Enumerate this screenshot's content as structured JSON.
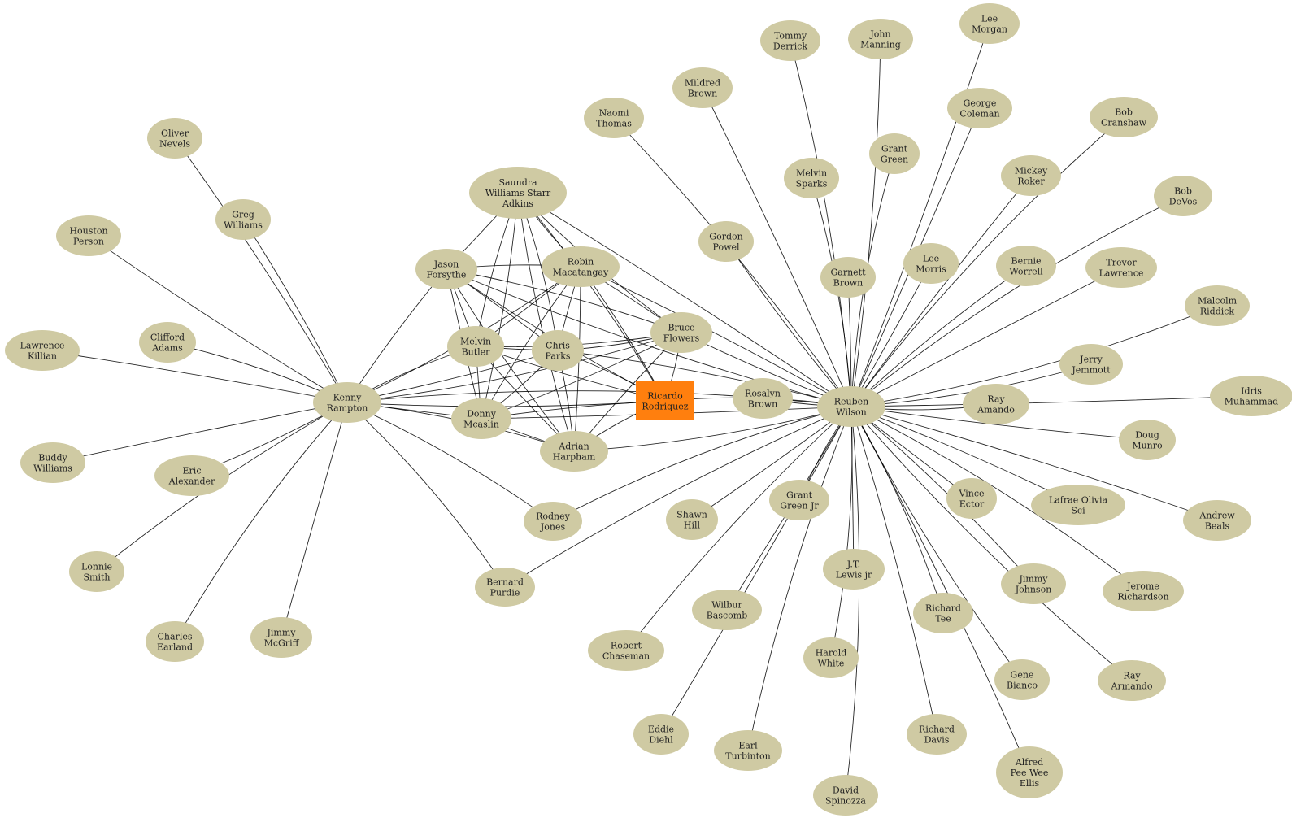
{
  "colors": {
    "node_fill": "#cfcaa3",
    "highlight_fill": "#ff7f0e",
    "edge": "#000000",
    "background": "#ffffff"
  },
  "nodes": [
    {
      "id": "kenny",
      "lines": [
        "Kenny",
        "Rampton"
      ]
    },
    {
      "id": "reuben",
      "lines": [
        "Reuben",
        "Wilson"
      ]
    },
    {
      "id": "ricardo",
      "lines": [
        "Ricardo",
        "Rodriquez"
      ],
      "highlight": true
    },
    {
      "id": "saundra",
      "lines": [
        "Saundra",
        "Williams Starr",
        "Adkins"
      ]
    },
    {
      "id": "jason",
      "lines": [
        "Jason",
        "Forsythe"
      ]
    },
    {
      "id": "robin",
      "lines": [
        "Robin",
        "Macatangay"
      ]
    },
    {
      "id": "melvinb",
      "lines": [
        "Melvin",
        "Butler"
      ]
    },
    {
      "id": "chris",
      "lines": [
        "Chris",
        "Parks"
      ]
    },
    {
      "id": "bruce",
      "lines": [
        "Bruce",
        "Flowers"
      ]
    },
    {
      "id": "donny",
      "lines": [
        "Donny",
        "Mcaslin"
      ]
    },
    {
      "id": "adrian",
      "lines": [
        "Adrian",
        "Harpham"
      ]
    },
    {
      "id": "rosalyn",
      "lines": [
        "Rosalyn",
        "Brown"
      ]
    },
    {
      "id": "rodney",
      "lines": [
        "Rodney",
        "Jones"
      ]
    },
    {
      "id": "bernard",
      "lines": [
        "Bernard",
        "Purdie"
      ]
    },
    {
      "id": "oliver",
      "lines": [
        "Oliver",
        "Nevels"
      ]
    },
    {
      "id": "greg",
      "lines": [
        "Greg",
        "Williams"
      ]
    },
    {
      "id": "houston",
      "lines": [
        "Houston",
        "Person"
      ]
    },
    {
      "id": "clifford",
      "lines": [
        "Clifford",
        "Adams"
      ]
    },
    {
      "id": "lawrence",
      "lines": [
        "Lawrence",
        "Killian"
      ]
    },
    {
      "id": "buddy",
      "lines": [
        "Buddy",
        "Williams"
      ]
    },
    {
      "id": "eric",
      "lines": [
        "Eric",
        "Alexander"
      ]
    },
    {
      "id": "lonnie",
      "lines": [
        "Lonnie",
        "Smith"
      ]
    },
    {
      "id": "charles",
      "lines": [
        "Charles",
        "Earland"
      ]
    },
    {
      "id": "jimmym",
      "lines": [
        "Jimmy",
        "McGriff"
      ]
    },
    {
      "id": "naomi",
      "lines": [
        "Naomi",
        "Thomas"
      ]
    },
    {
      "id": "mildred",
      "lines": [
        "Mildred",
        "Brown"
      ]
    },
    {
      "id": "tommy",
      "lines": [
        "Tommy",
        "Derrick"
      ]
    },
    {
      "id": "john",
      "lines": [
        "John",
        "Manning"
      ]
    },
    {
      "id": "leem",
      "lines": [
        "Lee",
        "Morgan"
      ]
    },
    {
      "id": "georgec",
      "lines": [
        "George",
        "Coleman"
      ]
    },
    {
      "id": "grantg",
      "lines": [
        "Grant",
        "Green"
      ]
    },
    {
      "id": "melvins",
      "lines": [
        "Melvin",
        "Sparks"
      ]
    },
    {
      "id": "gordon",
      "lines": [
        "Gordon",
        "Powel"
      ]
    },
    {
      "id": "garnett",
      "lines": [
        "Garnett",
        "Brown"
      ]
    },
    {
      "id": "leemo",
      "lines": [
        "Lee",
        "Morris"
      ]
    },
    {
      "id": "bobc",
      "lines": [
        "Bob",
        "Cranshaw"
      ]
    },
    {
      "id": "mickey",
      "lines": [
        "Mickey",
        "Roker"
      ]
    },
    {
      "id": "bobd",
      "lines": [
        "Bob",
        "DeVos"
      ]
    },
    {
      "id": "bernie",
      "lines": [
        "Bernie",
        "Worrell"
      ]
    },
    {
      "id": "trevor",
      "lines": [
        "Trevor",
        "Lawrence"
      ]
    },
    {
      "id": "malcolm",
      "lines": [
        "Malcolm",
        "Riddick"
      ]
    },
    {
      "id": "jerry",
      "lines": [
        "Jerry",
        "Jemmott"
      ]
    },
    {
      "id": "idris",
      "lines": [
        "Idris",
        "Muhammad"
      ]
    },
    {
      "id": "raya",
      "lines": [
        "Ray",
        "Amando"
      ]
    },
    {
      "id": "doug",
      "lines": [
        "Doug",
        "Munro"
      ]
    },
    {
      "id": "vince",
      "lines": [
        "Vince",
        "Ector"
      ]
    },
    {
      "id": "lafrae",
      "lines": [
        "Lafrae Olivia",
        "Sci"
      ]
    },
    {
      "id": "andrew",
      "lines": [
        "Andrew",
        "Beals"
      ]
    },
    {
      "id": "jerome",
      "lines": [
        "Jerome",
        "Richardson"
      ]
    },
    {
      "id": "jimmyj",
      "lines": [
        "Jimmy",
        "Johnson"
      ]
    },
    {
      "id": "raya2",
      "lines": [
        "Ray",
        "Armando"
      ]
    },
    {
      "id": "gene",
      "lines": [
        "Gene",
        "Bianco"
      ]
    },
    {
      "id": "alfred",
      "lines": [
        "Alfred",
        "Pee Wee",
        "Ellis"
      ]
    },
    {
      "id": "richardd",
      "lines": [
        "Richard",
        "Davis"
      ]
    },
    {
      "id": "richardt",
      "lines": [
        "Richard",
        "Tee"
      ]
    },
    {
      "id": "jtlewis",
      "lines": [
        "J.T.",
        "Lewis jr"
      ]
    },
    {
      "id": "harold",
      "lines": [
        "Harold",
        "White"
      ]
    },
    {
      "id": "david",
      "lines": [
        "David",
        "Spinozza"
      ]
    },
    {
      "id": "earl",
      "lines": [
        "Earl",
        "Turbinton"
      ]
    },
    {
      "id": "eddie",
      "lines": [
        "Eddie",
        "Diehl"
      ]
    },
    {
      "id": "robert",
      "lines": [
        "Robert",
        "Chaseman"
      ]
    },
    {
      "id": "wilbur",
      "lines": [
        "Wilbur",
        "Bascomb"
      ]
    },
    {
      "id": "shawn",
      "lines": [
        "Shawn",
        "Hill"
      ]
    },
    {
      "id": "grantjr",
      "lines": [
        "Grant",
        "Green Jr"
      ]
    }
  ],
  "edges": [
    [
      "kenny",
      "oliver"
    ],
    [
      "kenny",
      "greg"
    ],
    [
      "kenny",
      "houston"
    ],
    [
      "kenny",
      "clifford"
    ],
    [
      "kenny",
      "lawrence"
    ],
    [
      "kenny",
      "buddy"
    ],
    [
      "kenny",
      "eric"
    ],
    [
      "kenny",
      "lonnie"
    ],
    [
      "kenny",
      "charles"
    ],
    [
      "kenny",
      "jimmym"
    ],
    [
      "kenny",
      "bernard"
    ],
    [
      "kenny",
      "rodney"
    ],
    [
      "kenny",
      "jason"
    ],
    [
      "kenny",
      "robin"
    ],
    [
      "kenny",
      "melvinb"
    ],
    [
      "kenny",
      "chris"
    ],
    [
      "kenny",
      "bruce"
    ],
    [
      "kenny",
      "donny"
    ],
    [
      "kenny",
      "adrian"
    ],
    [
      "kenny",
      "ricardo"
    ],
    [
      "kenny",
      "reuben"
    ],
    [
      "saundra",
      "jason"
    ],
    [
      "saundra",
      "robin"
    ],
    [
      "saundra",
      "melvinb"
    ],
    [
      "saundra",
      "chris"
    ],
    [
      "saundra",
      "bruce"
    ],
    [
      "saundra",
      "donny"
    ],
    [
      "saundra",
      "adrian"
    ],
    [
      "saundra",
      "ricardo"
    ],
    [
      "saundra",
      "reuben"
    ],
    [
      "jason",
      "robin"
    ],
    [
      "jason",
      "melvinb"
    ],
    [
      "jason",
      "chris"
    ],
    [
      "jason",
      "bruce"
    ],
    [
      "jason",
      "donny"
    ],
    [
      "jason",
      "adrian"
    ],
    [
      "jason",
      "ricardo"
    ],
    [
      "jason",
      "reuben"
    ],
    [
      "robin",
      "melvinb"
    ],
    [
      "robin",
      "chris"
    ],
    [
      "robin",
      "bruce"
    ],
    [
      "robin",
      "donny"
    ],
    [
      "robin",
      "adrian"
    ],
    [
      "robin",
      "ricardo"
    ],
    [
      "robin",
      "reuben"
    ],
    [
      "melvinb",
      "chris"
    ],
    [
      "melvinb",
      "bruce"
    ],
    [
      "melvinb",
      "donny"
    ],
    [
      "melvinb",
      "adrian"
    ],
    [
      "melvinb",
      "ricardo"
    ],
    [
      "chris",
      "bruce"
    ],
    [
      "chris",
      "donny"
    ],
    [
      "chris",
      "adrian"
    ],
    [
      "chris",
      "ricardo"
    ],
    [
      "chris",
      "reuben"
    ],
    [
      "bruce",
      "donny"
    ],
    [
      "bruce",
      "adrian"
    ],
    [
      "bruce",
      "ricardo"
    ],
    [
      "bruce",
      "reuben"
    ],
    [
      "donny",
      "adrian"
    ],
    [
      "donny",
      "ricardo"
    ],
    [
      "donny",
      "reuben"
    ],
    [
      "adrian",
      "ricardo"
    ],
    [
      "adrian",
      "reuben"
    ],
    [
      "ricardo",
      "reuben"
    ],
    [
      "reuben",
      "rosalyn"
    ],
    [
      "reuben",
      "rodney"
    ],
    [
      "reuben",
      "bernard"
    ],
    [
      "reuben",
      "naomi"
    ],
    [
      "reuben",
      "mildred"
    ],
    [
      "reuben",
      "tommy"
    ],
    [
      "reuben",
      "john"
    ],
    [
      "reuben",
      "leem"
    ],
    [
      "reuben",
      "georgec"
    ],
    [
      "reuben",
      "grantg"
    ],
    [
      "reuben",
      "melvins"
    ],
    [
      "reuben",
      "gordon"
    ],
    [
      "reuben",
      "garnett"
    ],
    [
      "reuben",
      "leemo"
    ],
    [
      "reuben",
      "bobc"
    ],
    [
      "reuben",
      "mickey"
    ],
    [
      "reuben",
      "bobd"
    ],
    [
      "reuben",
      "bernie"
    ],
    [
      "reuben",
      "trevor"
    ],
    [
      "reuben",
      "malcolm"
    ],
    [
      "reuben",
      "jerry"
    ],
    [
      "reuben",
      "idris"
    ],
    [
      "reuben",
      "raya"
    ],
    [
      "reuben",
      "doug"
    ],
    [
      "reuben",
      "vince"
    ],
    [
      "reuben",
      "lafrae"
    ],
    [
      "reuben",
      "andrew"
    ],
    [
      "reuben",
      "jerome"
    ],
    [
      "reuben",
      "jimmyj"
    ],
    [
      "reuben",
      "raya2"
    ],
    [
      "reuben",
      "gene"
    ],
    [
      "reuben",
      "alfred"
    ],
    [
      "reuben",
      "richardd"
    ],
    [
      "reuben",
      "richardt"
    ],
    [
      "reuben",
      "jtlewis"
    ],
    [
      "reuben",
      "harold"
    ],
    [
      "reuben",
      "david"
    ],
    [
      "reuben",
      "earl"
    ],
    [
      "reuben",
      "eddie"
    ],
    [
      "reuben",
      "robert"
    ],
    [
      "reuben",
      "wilbur"
    ],
    [
      "reuben",
      "shawn"
    ],
    [
      "reuben",
      "grantjr"
    ]
  ]
}
